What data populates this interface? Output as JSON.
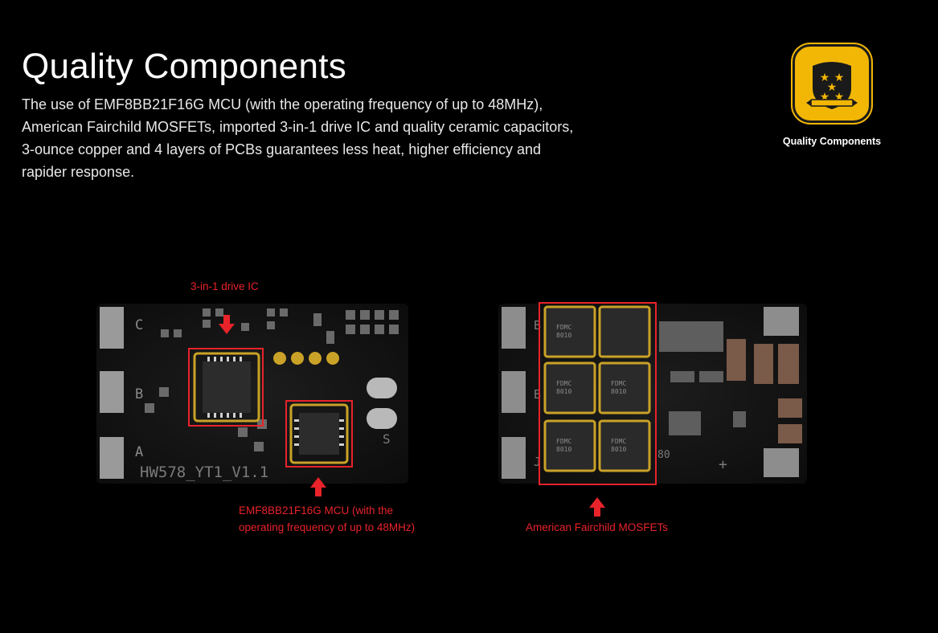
{
  "header": {
    "title": "Quality Components",
    "description": "The use of EMF8BB21F16G MCU (with the operating frequency of up to 48MHz), American Fairchild MOSFETs, imported 3-in-1 drive IC and quality ceramic capacitors, 3-ounce copper and 4 layers of PCBs guarantees less heat, higher efficiency and rapider response."
  },
  "badge": {
    "icon": "shield-stars-icon",
    "caption": "Quality Components",
    "colors": {
      "gold": "#f2b705",
      "dark": "#1a1a1a"
    }
  },
  "board_left": {
    "silkscreen_model": "HW578_YT1_V1.1",
    "pad_labels": [
      "C",
      "B",
      "A"
    ],
    "callouts": {
      "drive_ic": "3-in-1 drive IC",
      "mcu_line1": "EMF8BB21F16G MCU (with the",
      "mcu_line2": "operating frequency of up to 48MHz)"
    }
  },
  "board_right": {
    "pad_labels": [
      "B",
      "B",
      "J"
    ],
    "callouts": {
      "mosfets": "American Fairchild MOSFETs"
    }
  },
  "colors": {
    "accent_red": "#e8232a",
    "background": "#000000",
    "gold_trace": "#c9a227"
  }
}
